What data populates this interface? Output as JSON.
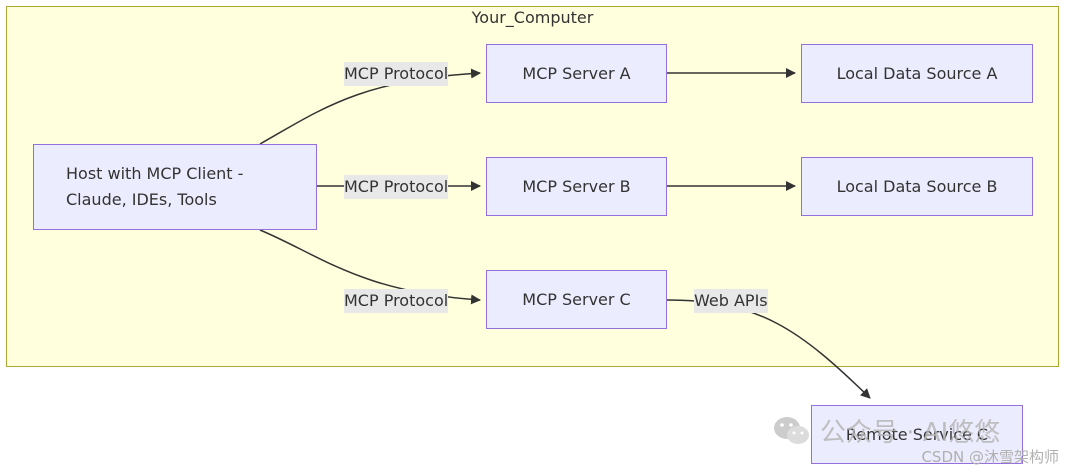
{
  "diagram": {
    "subgraph_title": "Your_Computer",
    "nodes": {
      "host_line1": "Host with MCP Client -",
      "host_line2": "Claude, IDEs, Tools",
      "server_a": "MCP Server A",
      "server_b": "MCP Server B",
      "server_c": "MCP Server C",
      "local_a": "Local Data Source A",
      "local_b": "Local Data Source B",
      "remote_c": "Remote Service C"
    },
    "edges": {
      "host_to_a": "MCP Protocol",
      "host_to_b": "MCP Protocol",
      "host_to_c": "MCP Protocol",
      "c_to_remote": "Web APIs"
    }
  },
  "watermark": {
    "main": "公众号 · AI悠悠",
    "sub": "CSDN @沐雪架构师"
  },
  "colors": {
    "subgraph_fill": "#ffffde",
    "subgraph_border": "#aaaa33",
    "node_fill": "#ececff",
    "node_border": "#9370db",
    "edge": "#333333",
    "label_bg": "#e8e8e8"
  }
}
